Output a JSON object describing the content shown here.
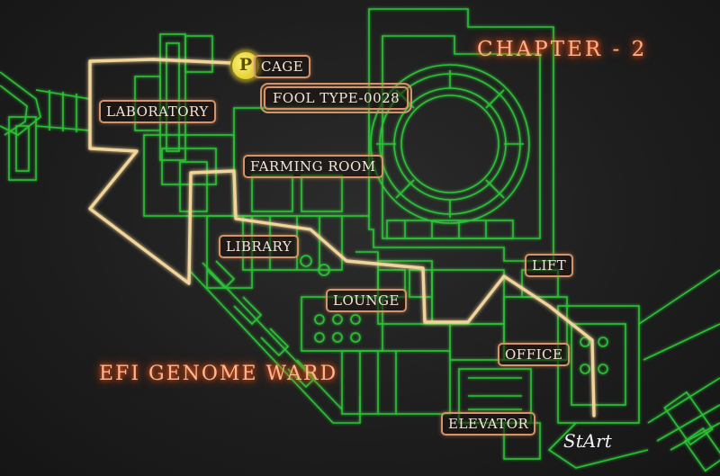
{
  "chapter_title": "CHAPTER - 2",
  "area_name": "EFI GENOME WARD",
  "start_label": "StArt",
  "pickup_marker": "P",
  "locations": {
    "cage": "CAGE",
    "fool_type": "FOOL TYPE-0028",
    "laboratory": "LABORATORY",
    "farming_room": "FARMING ROOM",
    "library": "LIBRARY",
    "lounge": "LOUNGE",
    "lift": "LIFT",
    "office": "OFFICE",
    "elevator": "ELEVATOR"
  },
  "colors": {
    "blueprint_lines": "#2fd33a",
    "route": "#f0d49a",
    "label_border": "#d4936a",
    "glow_text": "#ffb08a"
  }
}
